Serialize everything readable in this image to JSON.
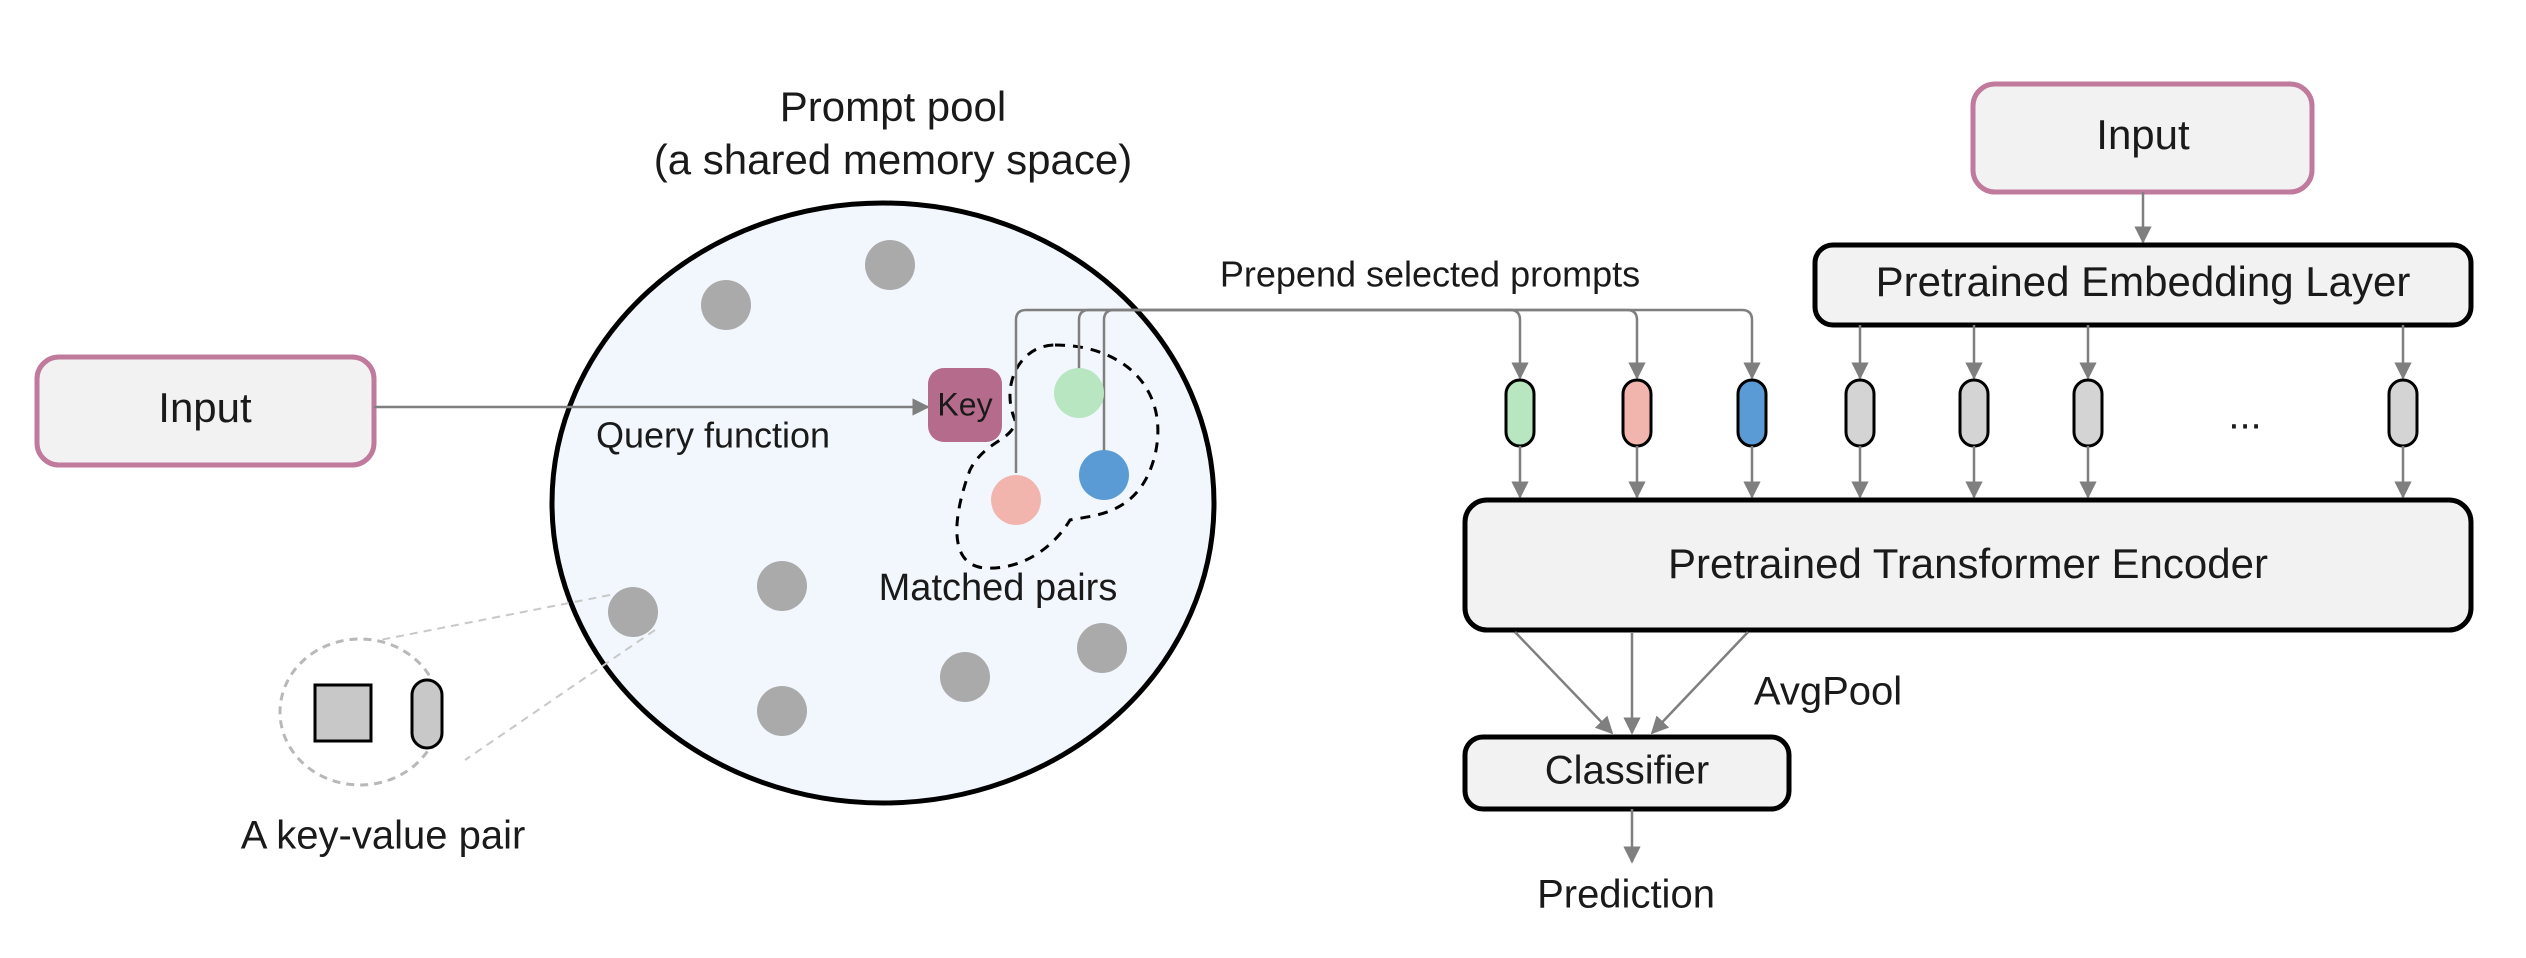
{
  "left_input": {
    "label": "Input"
  },
  "pool": {
    "title_line1": "Prompt pool",
    "title_line2": "(a shared memory space)",
    "query_label": "Query function",
    "key_label": "Key",
    "matched_label": "Matched pairs"
  },
  "kv_pair": {
    "label": "A key-value pair"
  },
  "prepend": {
    "label": "Prepend selected prompts"
  },
  "right_input": {
    "label": "Input"
  },
  "embedding": {
    "label": "Pretrained Embedding Layer"
  },
  "tokens": {
    "ellipsis": "..."
  },
  "encoder": {
    "label": "Pretrained Transformer Encoder"
  },
  "avgpool": {
    "label": "AvgPool"
  },
  "classifier": {
    "label": "Classifier"
  },
  "prediction": {
    "label": "Prediction"
  },
  "colors": {
    "input_border": "#c07a9c",
    "pool_fill": "#f2f7fd",
    "key_fill": "#b56c8c",
    "prompt_green": "#b8e6c0",
    "prompt_red": "#f2b5ad",
    "prompt_blue": "#5b9bd5",
    "dot_gray": "#aaaaaa",
    "token_gray": "#d4d4d4",
    "box_fill": "#f2f2f2",
    "arrow_gray": "#808080"
  }
}
